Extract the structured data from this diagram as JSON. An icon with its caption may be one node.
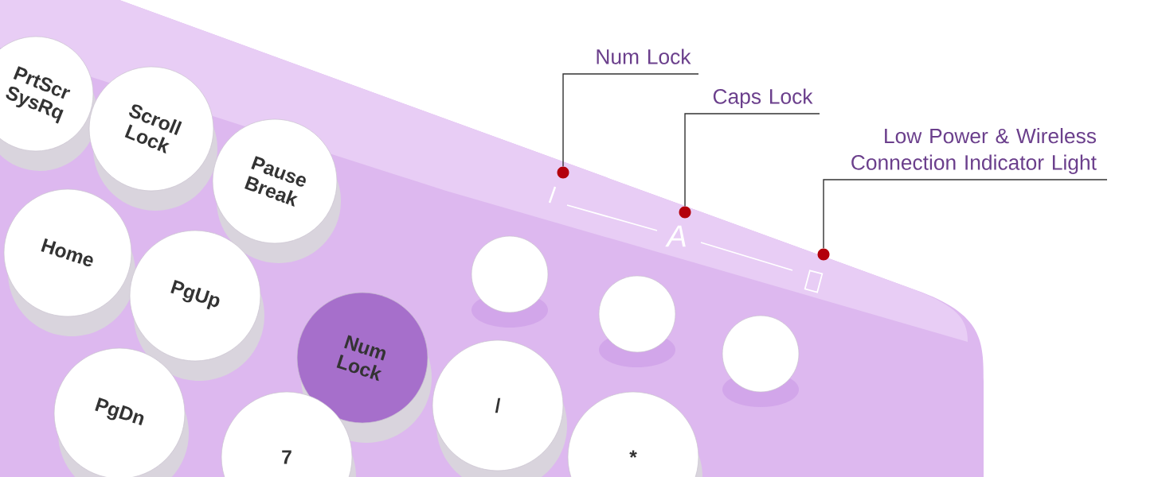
{
  "diagram": {
    "nodes": [
      {
        "text": [
          "Num Lock"
        ]
      },
      {
        "text": [
          "Caps Lock"
        ]
      },
      {
        "text": [
          "Low Power & Wireless Connection Indicator Light"
        ]
      },
      {
        "text": [],
        "shape": "circle"
      },
      {
        "text": [],
        "shape": "circle"
      },
      {
        "text": [],
        "shape": "circle"
      }
    ],
    "edges": [
      {
        "from": 0,
        "to": 3,
        "arrow": "none"
      },
      {
        "from": 1,
        "to": 4,
        "arrow": "none"
      },
      {
        "from": 2,
        "to": 5,
        "arrow": "none"
      }
    ],
    "labels": [
      "PrtScr SysRq",
      "Scroll Lock",
      "Pause Break",
      "Home",
      "PgUp",
      "A",
      "Num Lock",
      "PgDn",
      "/",
      "7",
      "*"
    ]
  }
}
